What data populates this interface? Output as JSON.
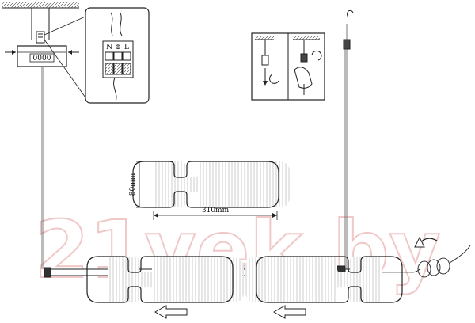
{
  "diagram": {
    "dimension_height": "80mm",
    "dimension_width": "310mm",
    "ceiling_box_label": "0000",
    "terminal_labels": [
      "N",
      "⊕",
      "L"
    ],
    "watermark": "21vek.by"
  },
  "colors": {
    "line": "#222222",
    "watermark": "#f0c8c8"
  }
}
